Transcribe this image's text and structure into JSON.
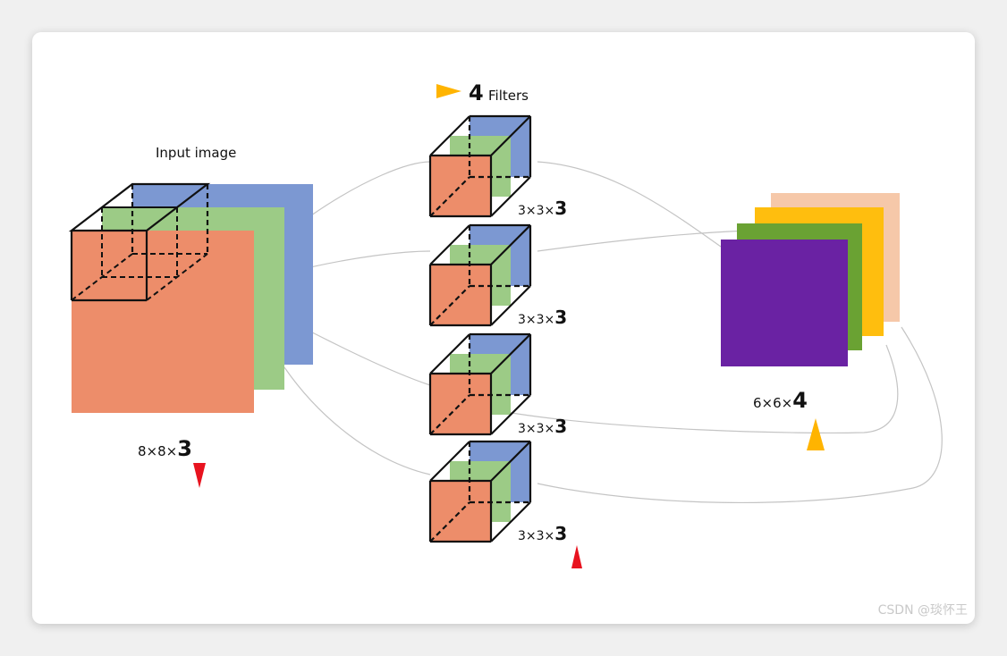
{
  "colors": {
    "red": "#ed8d6a",
    "green": "#9ccb86",
    "blue": "#7c98d2",
    "purple": "#6a22a3",
    "olive": "#6aa233",
    "yellow": "#ffbe0e",
    "peach": "#f6c8a9",
    "arrow_yellow": "#ffb400",
    "arrow_red": "#e8131f",
    "line": "#c4c4c4"
  },
  "labels": {
    "input_title": "Input image",
    "input_dims_prefix": "8×8×",
    "input_dims_bold": "3",
    "filters_count": "4",
    "filters_word": "Filters",
    "filter_dims_prefix": "3×3×",
    "filter_dims_bold": "3",
    "output_dims_prefix": "6×6×",
    "output_dims_bold": "4"
  },
  "watermark": "CSDN @琰怀王"
}
